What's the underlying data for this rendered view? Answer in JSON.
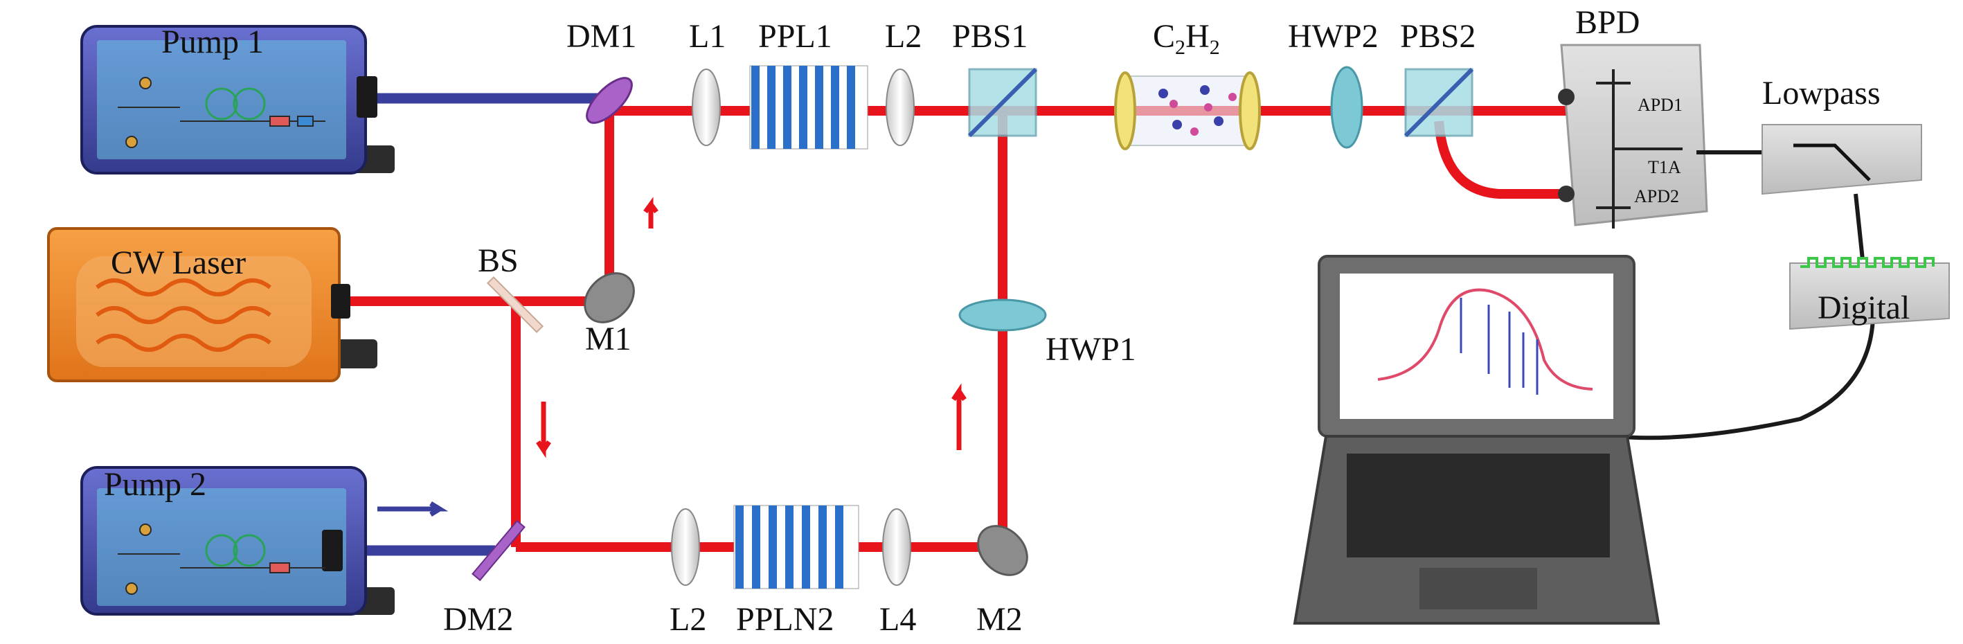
{
  "labels": {
    "pump1": "Pump 1",
    "pump2": "Pump 2",
    "cw_laser": "CW Laser",
    "bs": "BS",
    "m1": "M1",
    "m2": "M2",
    "dm1": "DM1",
    "dm2": "DM2",
    "l1": "L1",
    "ppl1": "PPL1",
    "l2_top": "L2",
    "pbs1": "PBS1",
    "c2h2_c": "C",
    "c2h2_sub1": "2",
    "c2h2_h": "H",
    "c2h2_sub2": "2",
    "hwp1": "HWP1",
    "hwp2": "HWP2",
    "pbs2": "PBS2",
    "bpd": "BPD",
    "apd1": "APD1",
    "apd2": "APD2",
    "t1a": "T1A",
    "lowpass": "Lowpass",
    "digital": "Digital",
    "l2_bottom": "L2",
    "ppln2": "PPLN2",
    "l4": "L4"
  },
  "colors": {
    "beam_red": "#e8141c",
    "beam_blue": "#3a3f9e",
    "pump_body": "#4a4fb0",
    "laser_body": "#f08a24"
  },
  "icons": {
    "pump": "fiber-laser-module-icon",
    "cw_laser": "cw-laser-icon",
    "crystal": "ppln-crystal-icon",
    "lens": "lens-icon",
    "mirror": "mirror-icon",
    "cube": "beam-splitter-cube-icon",
    "cell": "gas-cell-icon",
    "detector": "balanced-photodetector-icon",
    "filter": "lowpass-filter-icon",
    "laptop": "laptop-icon"
  }
}
